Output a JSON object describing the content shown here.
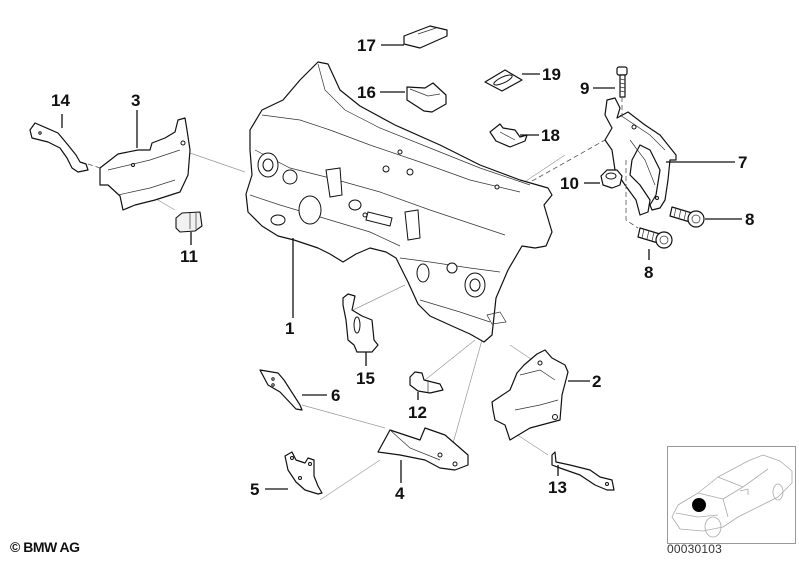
{
  "diagram": {
    "title": "Bulkhead / splash wall parts",
    "callouts": [
      {
        "id": "1",
        "label": "1",
        "part": "bulkhead"
      },
      {
        "id": "2",
        "label": "2",
        "part": "right-side-cover"
      },
      {
        "id": "3",
        "label": "3",
        "part": "left-side-cover"
      },
      {
        "id": "4",
        "label": "4",
        "part": "lower-support-bracket"
      },
      {
        "id": "5",
        "label": "5",
        "part": "mounting-plate"
      },
      {
        "id": "6",
        "label": "6",
        "part": "gusset-plate"
      },
      {
        "id": "7",
        "label": "7",
        "part": "strut-bracket"
      },
      {
        "id": "8a",
        "label": "8",
        "part": "hex-bolt"
      },
      {
        "id": "8b",
        "label": "8",
        "part": "hex-bolt"
      },
      {
        "id": "9",
        "label": "9",
        "part": "bolt"
      },
      {
        "id": "10",
        "label": "10",
        "part": "hex-nut"
      },
      {
        "id": "11",
        "label": "11",
        "part": "clip"
      },
      {
        "id": "12",
        "label": "12",
        "part": "small-bracket"
      },
      {
        "id": "13",
        "label": "13",
        "part": "right-strap"
      },
      {
        "id": "14",
        "label": "14",
        "part": "left-strap"
      },
      {
        "id": "15",
        "label": "15",
        "part": "hook-bracket"
      },
      {
        "id": "16",
        "label": "16",
        "part": "channel-clip"
      },
      {
        "id": "17",
        "label": "17",
        "part": "slotted-clip"
      },
      {
        "id": "18",
        "label": "18",
        "part": "tab-bracket"
      },
      {
        "id": "19",
        "label": "19",
        "part": "grommet-pad"
      }
    ]
  },
  "footer": {
    "copyright": "© BMW AG",
    "diagram_code": "00030103"
  },
  "inset": {
    "description": "car-overview",
    "highlight": "front-bulkhead-area"
  }
}
